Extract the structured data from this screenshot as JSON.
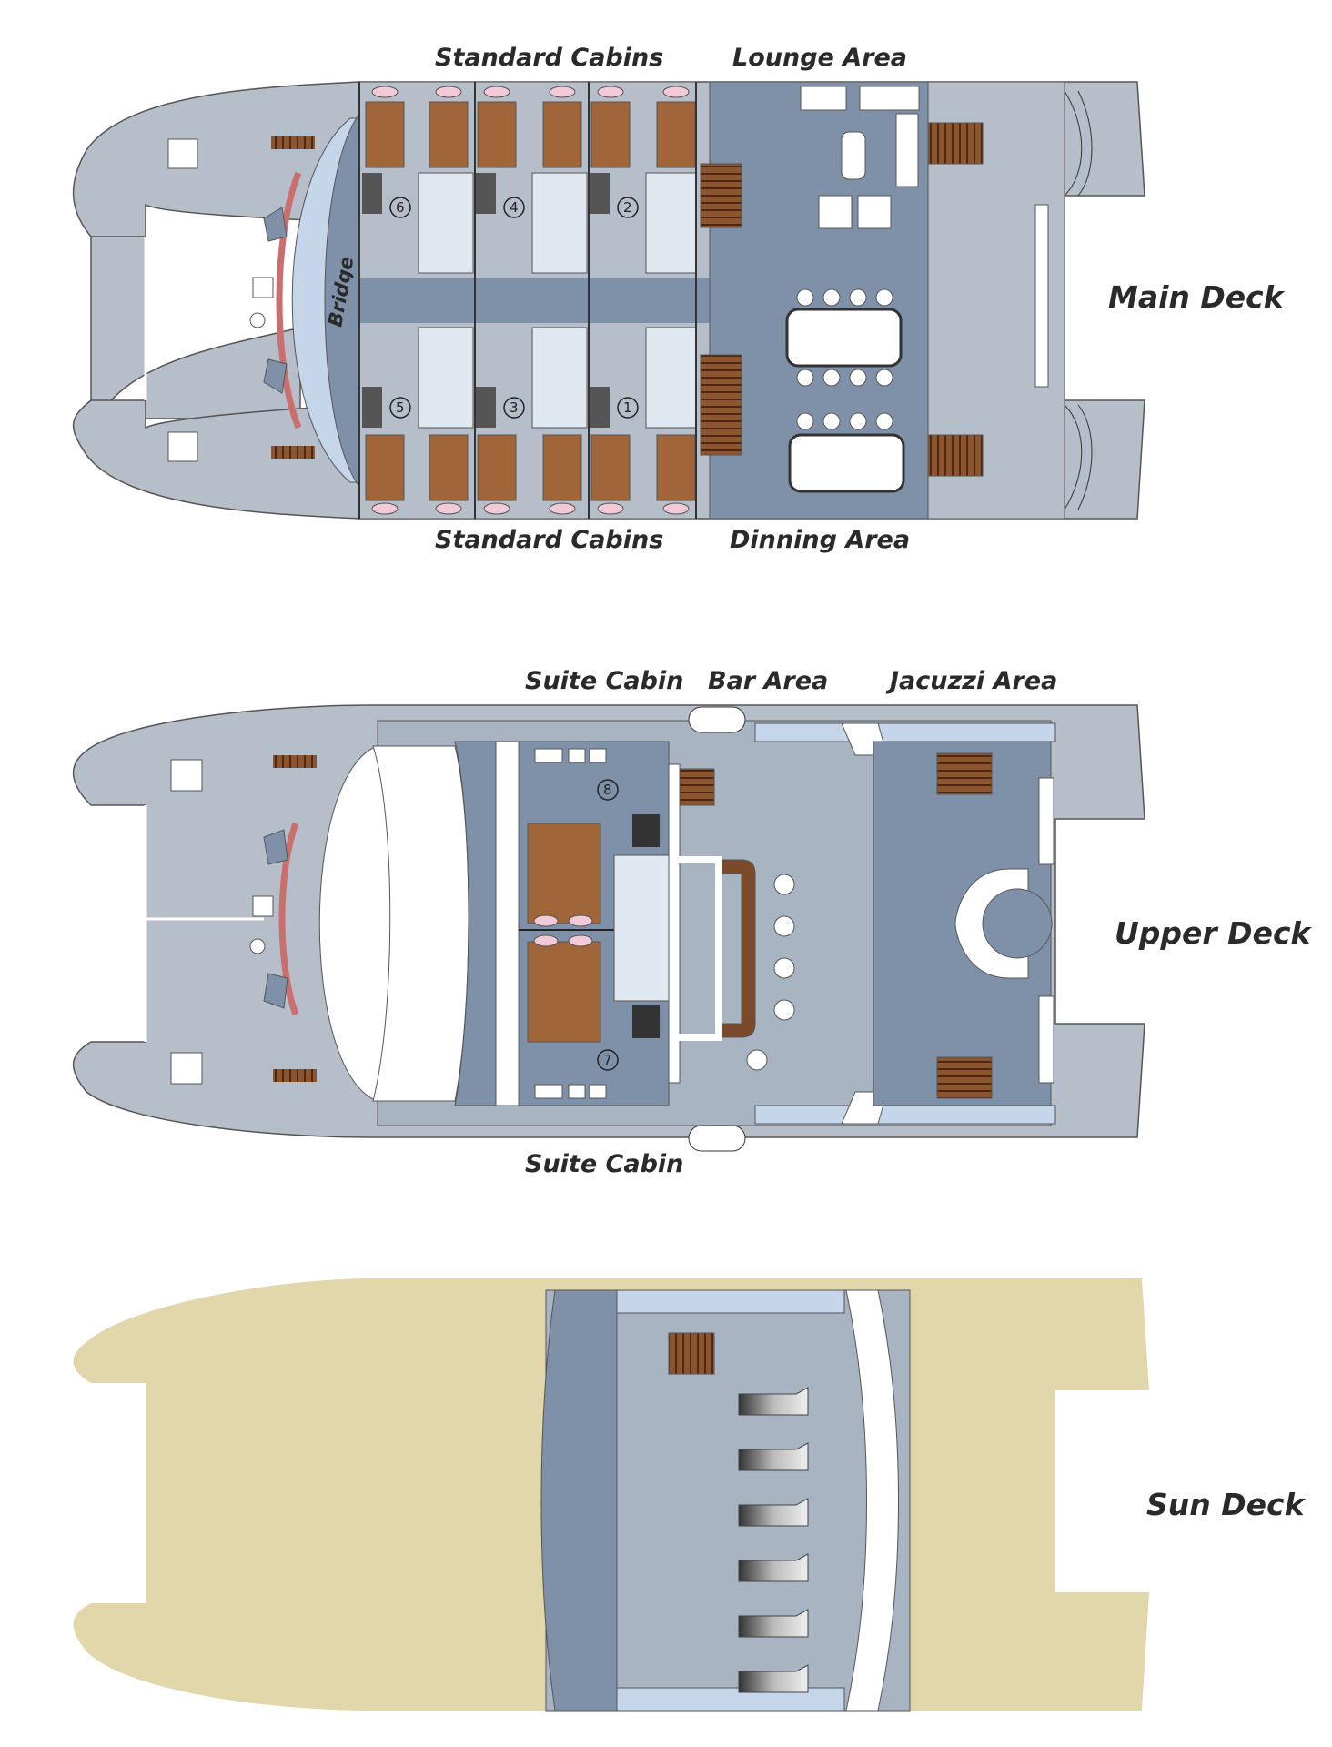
{
  "colors": {
    "hull": "#b6bec9",
    "deck_dark": "#7f91a8",
    "deck_mid": "#a9b4c3",
    "window_blue": "#c5d6ea",
    "bed_brown": "#a0663a",
    "stairs_brown": "#7a4a2a",
    "pillow_pink": "#f2c9d6",
    "bridge_red": "#c9706f",
    "sun_deck": "#e2d6ab",
    "label_text": "#2a2a2a"
  },
  "main_deck": {
    "name": "Main Deck",
    "bridge": "Bridge",
    "labels": {
      "top_cabins": "Standard Cabins",
      "bottom_cabins": "Standard Cabins",
      "lounge": "Lounge Area",
      "dining": "Dinning Area"
    },
    "cabin_numbers_top": [
      "6",
      "4",
      "2"
    ],
    "cabin_numbers_bottom": [
      "5",
      "3",
      "1"
    ]
  },
  "upper_deck": {
    "name": "Upper Deck",
    "labels": {
      "suite_top": "Suite Cabin",
      "bar": "Bar Area",
      "jacuzzi": "Jacuzzi Area",
      "suite_bottom": "Suite Cabin"
    },
    "cabin_numbers": [
      "8",
      "7"
    ]
  },
  "sun_deck": {
    "name": "Sun Deck"
  }
}
